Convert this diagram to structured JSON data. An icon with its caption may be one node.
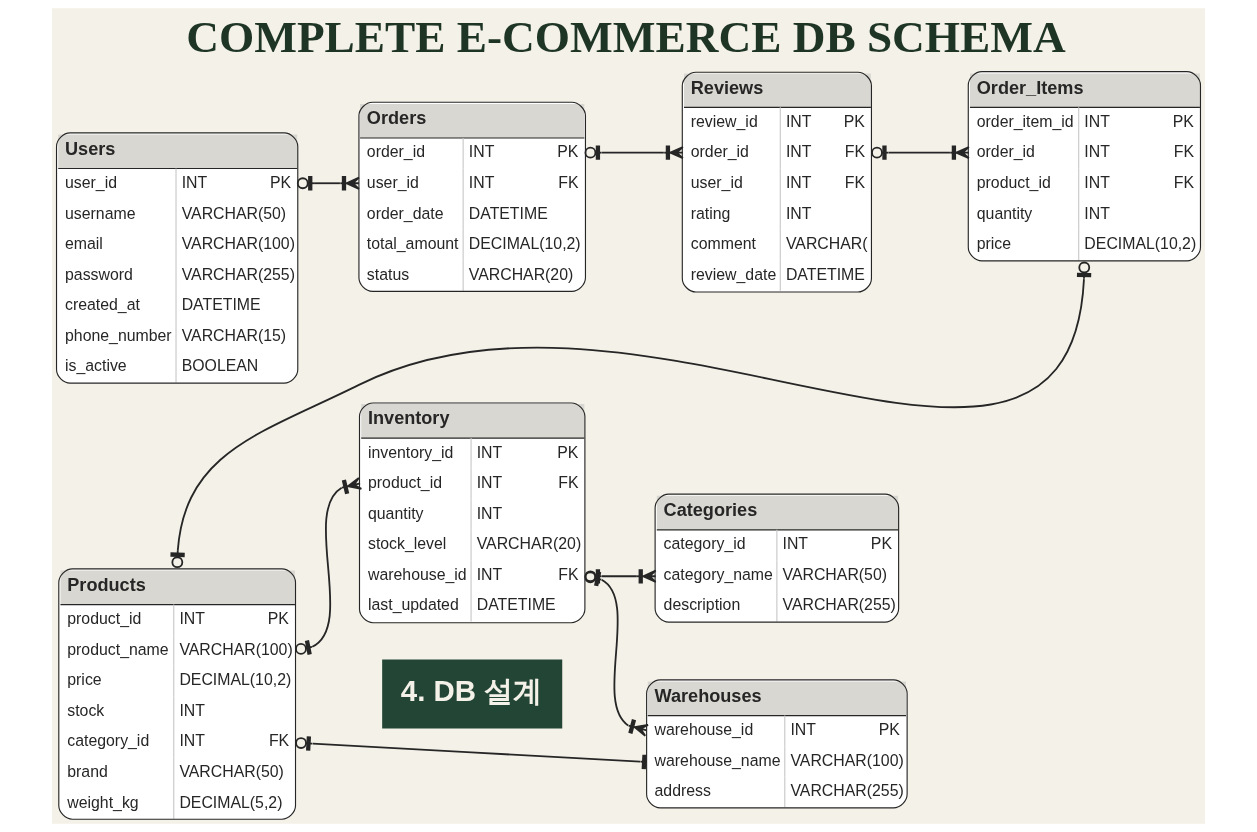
{
  "diagram": {
    "title": "COMPLETE E-COMMERCE DB SCHEMA",
    "nodes": [
      {
        "text": [
          "Users",
          "user_id",
          "INT",
          "PK",
          "username",
          "VARCHAR(50)",
          "email",
          "VARCHAR(100)",
          "password",
          "VARCHAR(255)",
          "created_at",
          "DATETIME",
          "phone_number",
          "VARCHAR(15)",
          "is_active",
          "BOOLEAN"
        ]
      },
      {
        "text": [
          "Orders",
          "order_id",
          "INT",
          "PK",
          "user_id",
          "INT",
          "FK",
          "order_date",
          "DATETIME",
          "total_amount",
          "DECIMAL(10,2)",
          "status",
          "VARCHAR(20)"
        ]
      },
      {
        "text": [
          "Reviews",
          "review_id",
          "INT",
          "PK",
          "order_id",
          "INT",
          "FK",
          "user_id",
          "INT",
          "FK",
          "rating",
          "INT",
          "comment",
          "VARCHAR(",
          "review_date",
          "DATETIME"
        ]
      },
      {
        "text": [
          "Order_Items",
          "order_item_id",
          "INT",
          "PK",
          "order_id",
          "INT",
          "FK",
          "product_id",
          "INT",
          "FK",
          "quantity",
          "INT",
          "price",
          "DECIMAL(10,2)"
        ]
      },
      {
        "text": [
          "Products",
          "product_id",
          "INT",
          "PK",
          "product_name",
          "VARCHAR(100)",
          "price",
          "DECIMAL(10,2)",
          "stock",
          "INT",
          "category_id",
          "INT",
          "FK",
          "brand",
          "VARCHAR(50)",
          "weight_kg",
          "DECIMAL(5,2)"
        ]
      },
      {
        "text": [
          "Inventory",
          "inventory_id",
          "INT",
          "PK",
          "product_id",
          "INT",
          "FK",
          "quantity",
          "INT",
          "stock_level",
          "VARCHAR(20)",
          "warehouse_id",
          "INT",
          "FK",
          "last_updated",
          "DATETIME"
        ]
      },
      {
        "text": [
          "Categories",
          "category_id",
          "INT",
          "PK",
          "category_name",
          "VARCHAR(50)",
          "description",
          "VARCHAR(255)"
        ]
      },
      {
        "text": [
          "Warehouses",
          "warehouse_id",
          "INT",
          "PK",
          "warehouse_name",
          "VARCHAR(100)",
          "address",
          "VARCHAR(255)"
        ]
      }
    ],
    "edges": [
      {
        "from": 0,
        "to": 1,
        "arrow": "other"
      },
      {
        "from": 1,
        "to": 2,
        "arrow": "other"
      },
      {
        "from": 2,
        "to": 3,
        "arrow": "other"
      },
      {
        "from": 3,
        "to": 4,
        "arrow": "other"
      },
      {
        "from": 4,
        "to": 5,
        "arrow": "other"
      },
      {
        "from": 5,
        "to": 6,
        "arrow": "other"
      },
      {
        "from": 5,
        "to": 7,
        "arrow": "other"
      },
      {
        "from": 4,
        "to": 7,
        "arrow": "other"
      }
    ],
    "labels": [
      "4. DB 설계"
    ]
  }
}
